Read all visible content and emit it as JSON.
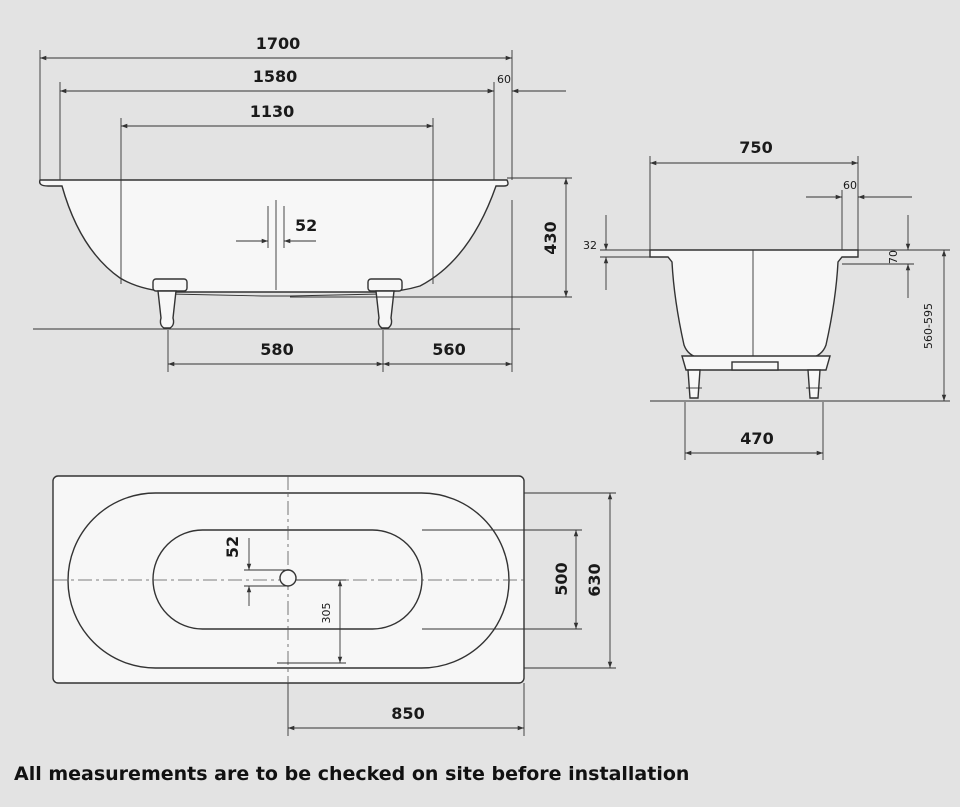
{
  "front_view": {
    "length_total": "1700",
    "length_inner_rim": "1580",
    "length_bottom": "1130",
    "rim_width": "60",
    "outlet_width": "52",
    "depth": "430",
    "foot_spacing": "580",
    "foot_to_end": "560"
  },
  "side_view": {
    "width_total": "750",
    "rim_width": "60",
    "rim_thickness": "32",
    "rim_height": "70",
    "total_height": "560-595",
    "foot_spacing": "470"
  },
  "plan_view": {
    "outlet_width": "52",
    "outlet_offset": "305",
    "inner_width": "500",
    "outer_width": "630",
    "half_length": "850"
  },
  "footnote": "All measurements are to be checked on site before installation"
}
